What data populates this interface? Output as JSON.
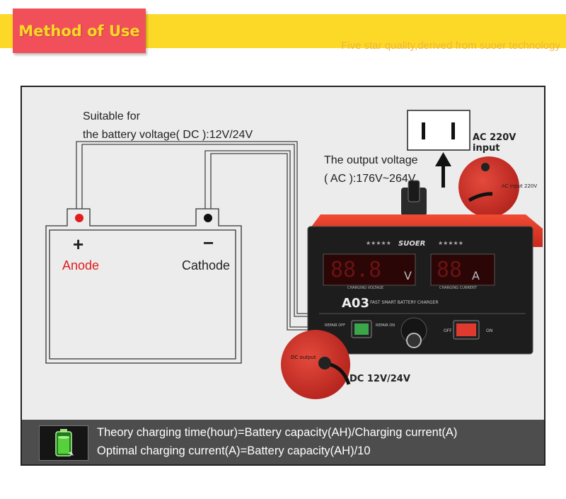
{
  "header": {
    "title": "Method of Use",
    "slogan": "Five star quality,derived from suoer technology"
  },
  "diagram": {
    "suitable_line1": "Suitable for",
    "suitable_line2": "the battery voltage( DC ):12V/24V",
    "output_line1": "The output voltage",
    "output_line2": "( AC ):176V~264V",
    "ac_input_label": "AC 220V input",
    "dc_output_label": "DC 12V/24V",
    "battery": {
      "plus_symbol": "+",
      "minus_symbol": "−",
      "anode_label": "Anode",
      "cathode_label": "Cathode"
    },
    "charger": {
      "brand": "SUOER",
      "model": "A03",
      "subtitle": "FAST SMART BATTERY CHARGER",
      "voltage_display": "88.8",
      "voltage_unit": "V",
      "current_display": "88",
      "current_unit": "A",
      "voltage_caption": "CHARGING VOLTAGE",
      "current_caption": "CHARGING CURRENT",
      "repair_off": "REPAIR OFF",
      "repair_on": "REPAIR ON",
      "off_label": "OFF",
      "on_label": "ON",
      "ac_inset_label": "AC input 220V",
      "dc_inset_label": "DC output"
    },
    "colors": {
      "charger_red": "#e8392c",
      "anode_red": "#e11d1d",
      "switch_green": "#3aa84a",
      "switch_red": "#e03a2f"
    }
  },
  "footer": {
    "icon": "battery-charging-icon",
    "formula_1": "Theory charging time(hour)=Battery capacity(AH)/Charging current(A)",
    "formula_2": "Optimal charging current(A)=Battery capacity(AH)/10"
  }
}
